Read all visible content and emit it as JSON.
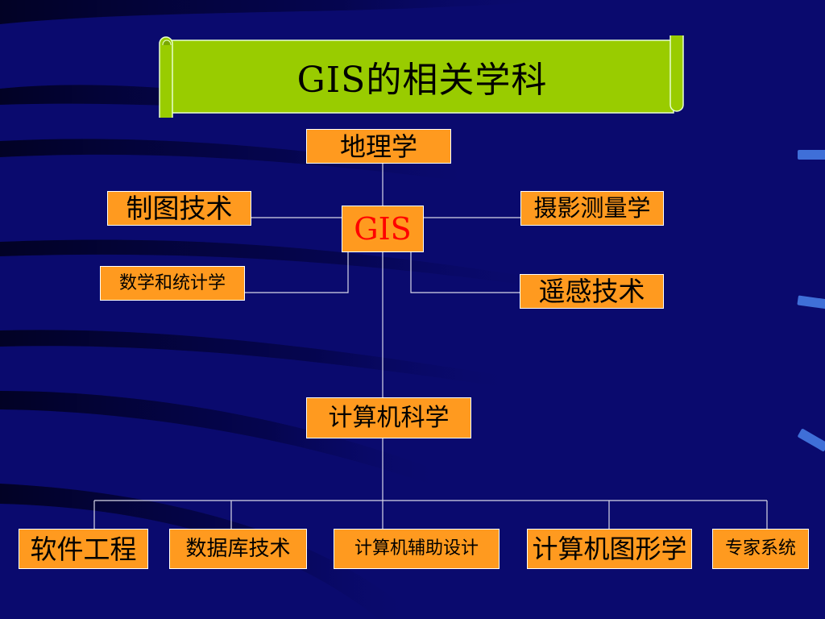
{
  "slide": {
    "title": "GIS的相关学科",
    "colors": {
      "background": "#0a0a6e",
      "banner": "#99cc00",
      "node_fill": "#ff9a1f",
      "center_text": "#ff0000",
      "line": "#d8d8e8"
    }
  },
  "nodes": {
    "center": "GIS",
    "geography": "地理学",
    "cartography": "制图技术",
    "photogrammetry": "摄影测量学",
    "math_stats": "数学和统计学",
    "remote_sensing": "遥感技术",
    "computer_science": "计算机科学",
    "software_engineering": "软件工程",
    "database": "数据库技术",
    "cad": "计算机辅助设计",
    "computer_graphics": "计算机图形学",
    "expert_system": "专家系统"
  }
}
